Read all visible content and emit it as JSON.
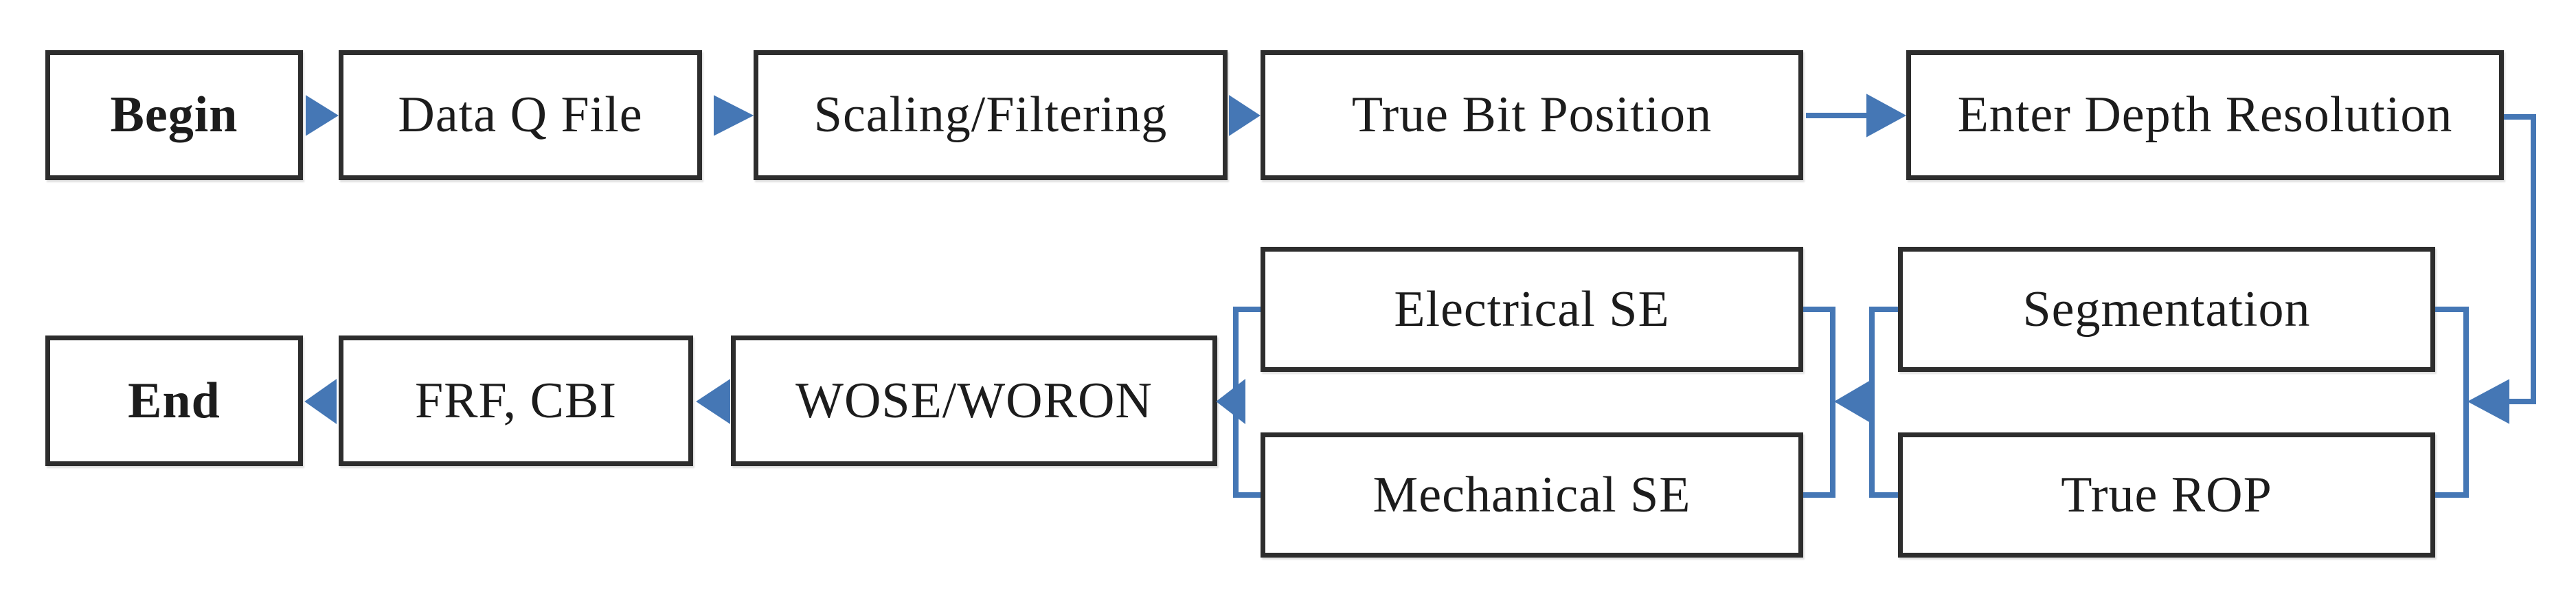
{
  "diagram": {
    "type": "flowchart",
    "colors": {
      "connector_blue": "#4577b5",
      "box_border": "#2d2d2d",
      "box_fill": "#ffffff",
      "text": "#1c1c1c"
    },
    "nodes": {
      "begin": {
        "label": "Begin",
        "emphasis": "bold"
      },
      "data_q_file": {
        "label": "Data Q File",
        "emphasis": "normal"
      },
      "scaling_filtering": {
        "label": "Scaling/Filtering",
        "emphasis": "normal"
      },
      "true_bit_position": {
        "label": "True Bit Position",
        "emphasis": "normal"
      },
      "enter_depth_resolution": {
        "label": "Enter Depth Resolution",
        "emphasis": "normal"
      },
      "segmentation": {
        "label": "Segmentation",
        "emphasis": "normal"
      },
      "true_rop": {
        "label": "True ROP",
        "emphasis": "normal"
      },
      "electrical_se": {
        "label": "Electrical SE",
        "emphasis": "normal"
      },
      "mechanical_se": {
        "label": "Mechanical SE",
        "emphasis": "normal"
      },
      "wose_woron": {
        "label": "WOSE/WORON",
        "emphasis": "normal"
      },
      "frf_cbi": {
        "label": "FRF, CBI",
        "emphasis": "normal"
      },
      "end": {
        "label": "End",
        "emphasis": "bold"
      }
    },
    "edges": [
      {
        "from": "begin",
        "to": "data_q_file"
      },
      {
        "from": "data_q_file",
        "to": "scaling_filtering"
      },
      {
        "from": "scaling_filtering",
        "to": "true_bit_position"
      },
      {
        "from": "true_bit_position",
        "to": "enter_depth_resolution"
      },
      {
        "from": "enter_depth_resolution",
        "to": "segmentation_and_true_rop"
      },
      {
        "from": "segmentation_and_true_rop",
        "to": "electrical_se_and_mechanical_se"
      },
      {
        "from": "electrical_se_and_mechanical_se",
        "to": "wose_woron"
      },
      {
        "from": "wose_woron",
        "to": "frf_cbi"
      },
      {
        "from": "frf_cbi",
        "to": "end"
      }
    ]
  }
}
